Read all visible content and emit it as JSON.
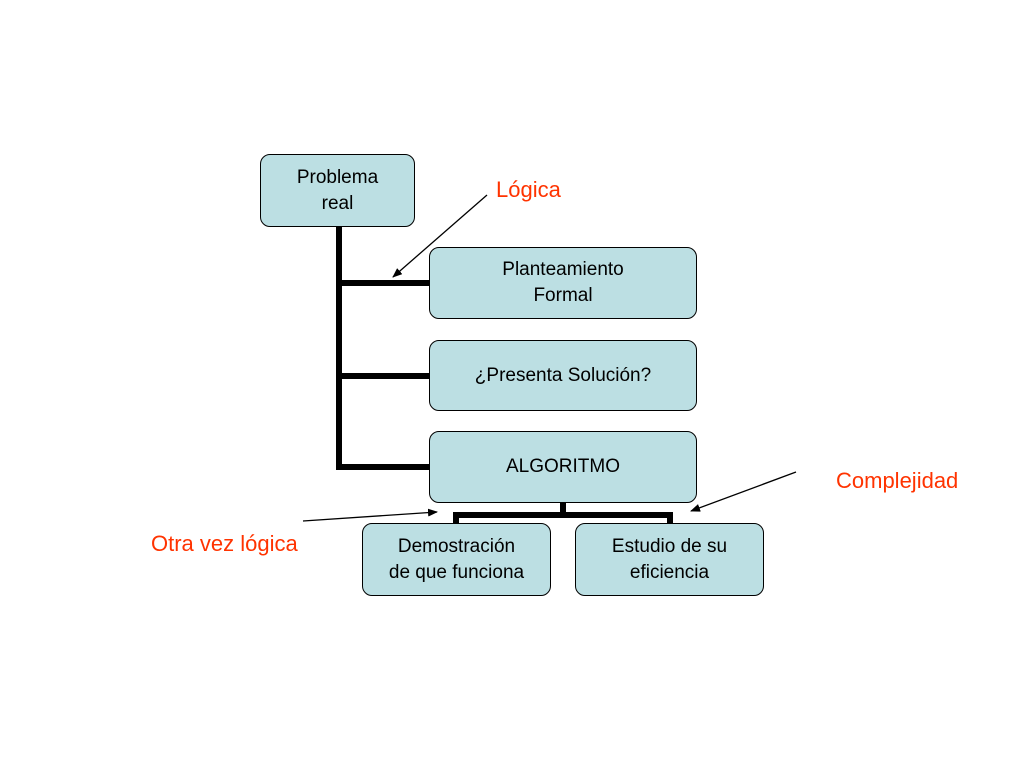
{
  "diagram": {
    "nodes": {
      "problema": "Problema\nreal",
      "planteamiento": "Planteamiento\nFormal",
      "presenta": "¿Presenta Solución?",
      "algoritmo": "ALGORITMO",
      "demostracion": "Demostración\nde que funciona",
      "estudio": "Estudio de su\neficiencia"
    },
    "annotations": {
      "logica": "Lógica",
      "complejidad": "Complejidad",
      "otra_vez": "Otra vez lógica"
    },
    "colors": {
      "node_fill": "#bcdfe3",
      "node_border": "#000000",
      "connector": "#000000",
      "annotation_text": "#ff3300"
    }
  }
}
